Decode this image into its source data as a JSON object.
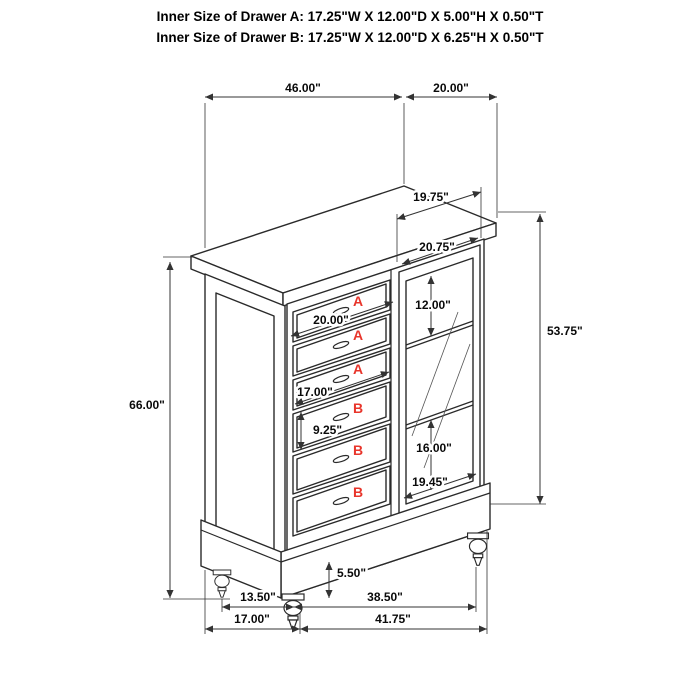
{
  "header": {
    "line1": "Inner Size of Drawer A: 17.25\"W X 12.00\"D X 5.00\"H X 0.50\"T",
    "line2": "Inner Size of Drawer B: 17.25\"W X 12.00\"D X 6.25\"H X 0.50\"T"
  },
  "colors": {
    "drawer_label": "#e8352b",
    "line": "#2a2a2a"
  },
  "drawer_labels": [
    "A",
    "A",
    "A",
    "B",
    "B",
    "B"
  ],
  "dimensions": {
    "overall_width": "46.00\"",
    "overall_depth": "20.00\"",
    "door_width": "19.75\"",
    "door_inner_width": "20.75\"",
    "shelf_spacing_upper": "12.00\"",
    "height_to_top": "53.75\"",
    "drawer_section_width": "20.00\"",
    "drawer_inner_width": "17.00\"",
    "drawer_b_front_height": "9.25\"",
    "overall_height": "66.00\"",
    "shelf_spacing_lower": "16.00\"",
    "door_bottom_width": "19.45\"",
    "foot_height": "5.50\"",
    "base_depth_inner": "13.50\"",
    "base_depth": "17.00\"",
    "base_width_inner": "38.50\"",
    "base_width": "41.75\""
  }
}
